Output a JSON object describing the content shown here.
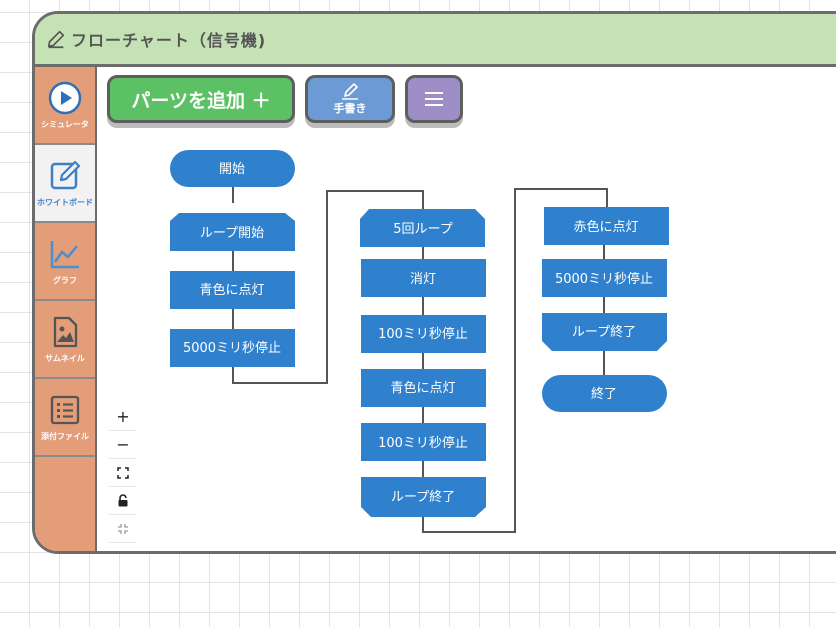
{
  "window": {
    "title": "フローチャート（信号機)"
  },
  "sidebar": {
    "items": [
      {
        "label": "シミュレータ",
        "icon": "play-icon"
      },
      {
        "label": "ホワイトボード",
        "icon": "edit-icon"
      },
      {
        "label": "グラフ",
        "icon": "chart-icon"
      },
      {
        "label": "サムネイル",
        "icon": "image-icon"
      },
      {
        "label": "添付ファイル",
        "icon": "list-icon"
      }
    ]
  },
  "toolbar": {
    "add_parts_label": "パーツを追加 ＋",
    "handwrite_label": "手書き",
    "menu_icon": "hamburger-icon"
  },
  "zoom": {
    "zoom_in": "+",
    "zoom_out": "−"
  },
  "flowchart": {
    "col1": [
      "開始",
      "ループ開始",
      "青色に点灯",
      "5000ミリ秒停止"
    ],
    "col2": [
      "5回ループ",
      "消灯",
      "100ミリ秒停止",
      "青色に点灯",
      "100ミリ秒停止",
      "ループ終了"
    ],
    "col3": [
      "赤色に点灯",
      "5000ミリ秒停止",
      "ループ終了",
      "終了"
    ]
  },
  "colors": {
    "node": "#2f80cd",
    "titlebar": "#c5e2b5",
    "sidebar": "#e39d78",
    "add_button": "#5cc065",
    "handwrite_button": "#6b9ad4",
    "menu_button": "#9e8ec7"
  }
}
